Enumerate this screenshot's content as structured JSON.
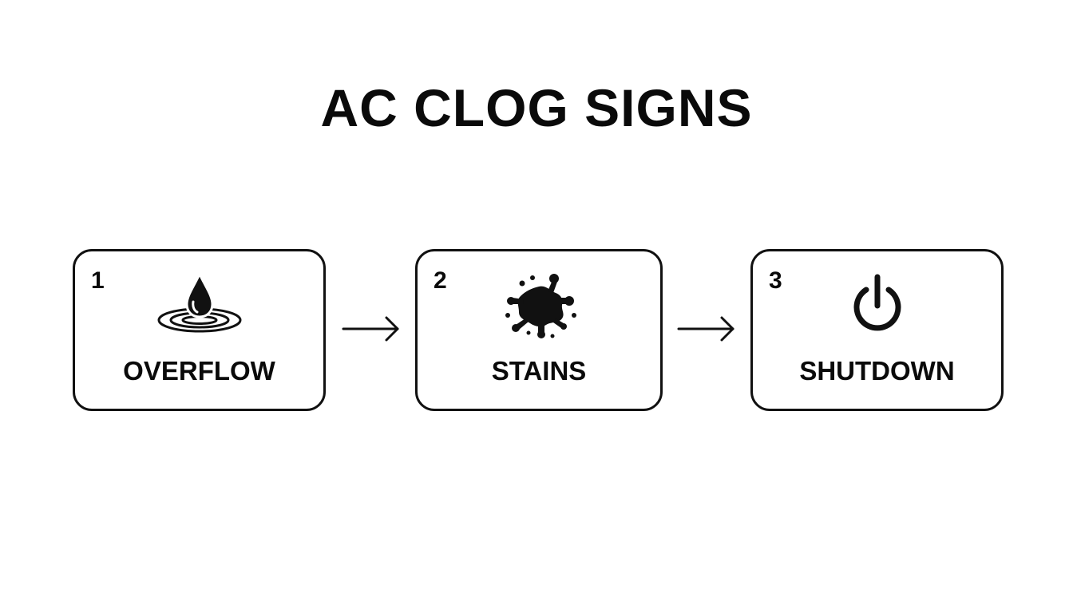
{
  "title": "AC CLOG SIGNS",
  "steps": [
    {
      "number": "1",
      "label": "OVERFLOW",
      "icon": "water-drop-ripple-icon"
    },
    {
      "number": "2",
      "label": "STAINS",
      "icon": "splat-stain-icon"
    },
    {
      "number": "3",
      "label": "SHUTDOWN",
      "icon": "power-icon"
    }
  ],
  "connectors": [
    "arrow-right-icon",
    "arrow-right-icon"
  ],
  "colors": {
    "ink": "#111111",
    "background": "#ffffff"
  }
}
